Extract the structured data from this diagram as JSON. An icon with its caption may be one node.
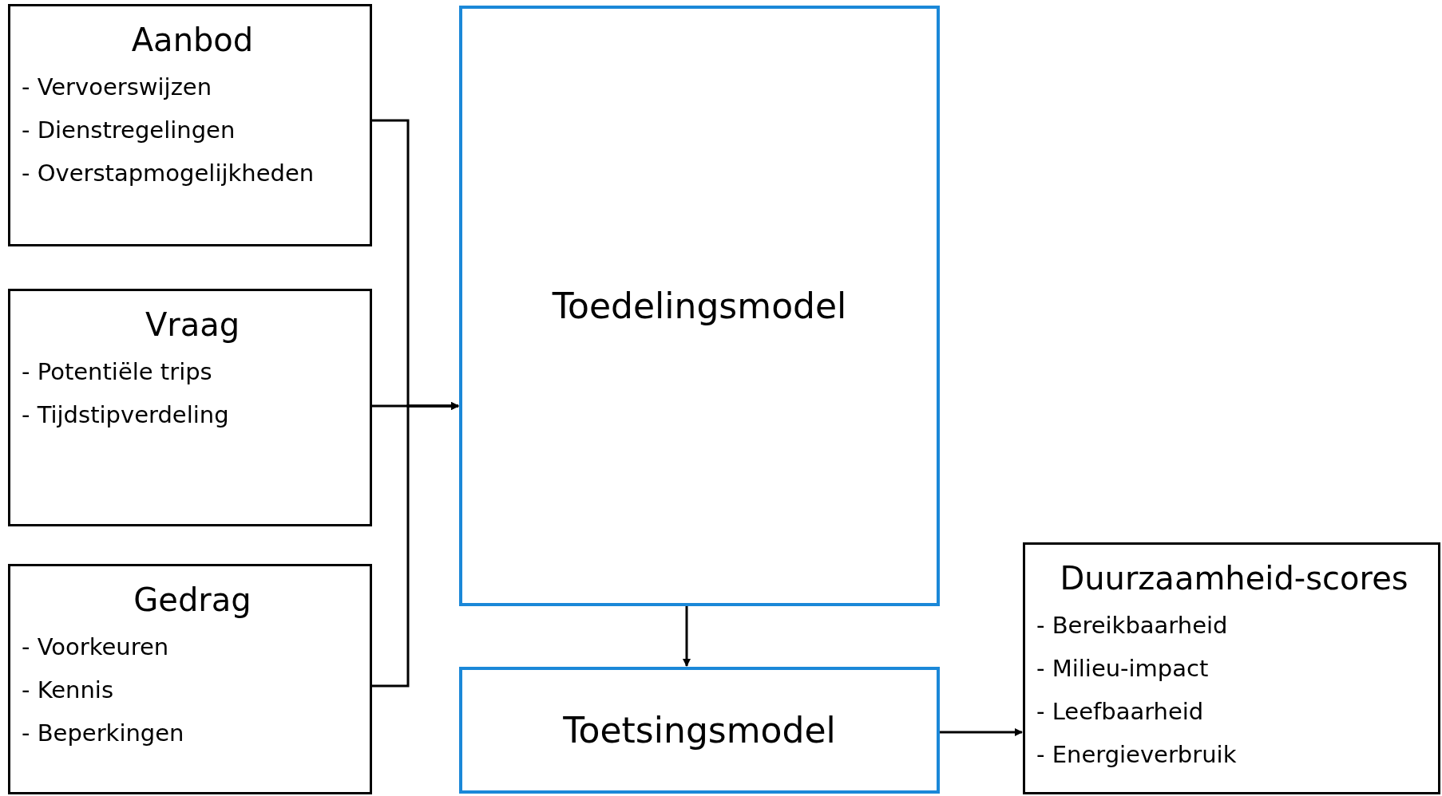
{
  "diagram": {
    "nodes": [
      {
        "text": [
          "Aanbod",
          "- Vervoerswijzen",
          "- Dienstregelingen",
          "- Overstapmogelijkheden"
        ]
      },
      {
        "text": [
          "Vraag",
          "- Potentiële trips",
          "- Tijdstipverdeling"
        ]
      },
      {
        "text": [
          "Gedrag",
          "- Voorkeuren",
          "- Kennis",
          "- Beperkingen"
        ]
      },
      {
        "text": [
          "Toedelingsmodel"
        ]
      },
      {
        "text": [
          "Toetsingsmodel"
        ]
      },
      {
        "text": [
          "Duurzaamheid-scores",
          "- Bereikbaarheid",
          "- Milieu-impact",
          "- Leefbaarheid",
          "- Energieverbruik"
        ]
      }
    ],
    "edges": [
      {
        "from": 0,
        "to": 3,
        "arrow": "to"
      },
      {
        "from": 1,
        "to": 3,
        "arrow": "to"
      },
      {
        "from": 2,
        "to": 3,
        "arrow": "to"
      },
      {
        "from": 3,
        "to": 4,
        "arrow": "to"
      },
      {
        "from": 4,
        "to": 5,
        "arrow": "to"
      }
    ]
  }
}
